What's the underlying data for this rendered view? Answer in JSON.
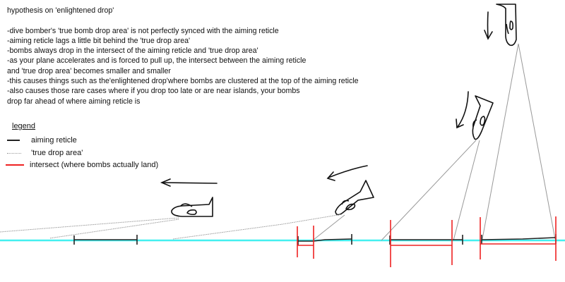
{
  "title": "hypothesis on 'enlightened drop'",
  "points": [
    "-dive bomber's 'true bomb drop area' is not perfectly synced with the aiming reticle",
    "-aiming reticle lags a little bit behind the 'true drop area'",
    "-bombs always drop in the intersect of the aiming reticle and 'true drop area'",
    "-as your plane accelerates and is forced to pull up, the intersect between the aiming reticle",
    "and 'true drop area' becomes smaller and smaller",
    "-this causes things such as the'enlightened drop'where bombs are clustered at the top of the aiming reticle",
    "-also causes those rare cases where if you drop too late or are near islands, your bombs",
    "drop far ahead of where aiming reticle is"
  ],
  "legend": {
    "title": "legend",
    "items": [
      {
        "label": "aiming reticle",
        "color": "#222222",
        "style": "solid"
      },
      {
        "label": "'true drop area'",
        "color": "#999999",
        "style": "dotted"
      },
      {
        "label": "intersect (where bombs actually land)",
        "color": "#ee2222",
        "style": "solid"
      }
    ]
  },
  "colors": {
    "water_line": "#44f0f0",
    "reticle": "#222222",
    "drop_area": "#999999",
    "intersect": "#ee2222"
  },
  "scenes": [
    {
      "name": "level-flight",
      "plane_attitude": "horizontal",
      "arrow_direction": "left",
      "intersect": false
    },
    {
      "name": "shallow-dive",
      "plane_attitude": "nose-down shallow",
      "arrow_direction": "left-down curve",
      "intersect": true
    },
    {
      "name": "steep-dive",
      "plane_attitude": "nose-down steep",
      "arrow_direction": "down-left curve",
      "intersect": true
    },
    {
      "name": "vertical-dive",
      "plane_attitude": "vertical",
      "arrow_direction": "down",
      "intersect": true
    }
  ]
}
